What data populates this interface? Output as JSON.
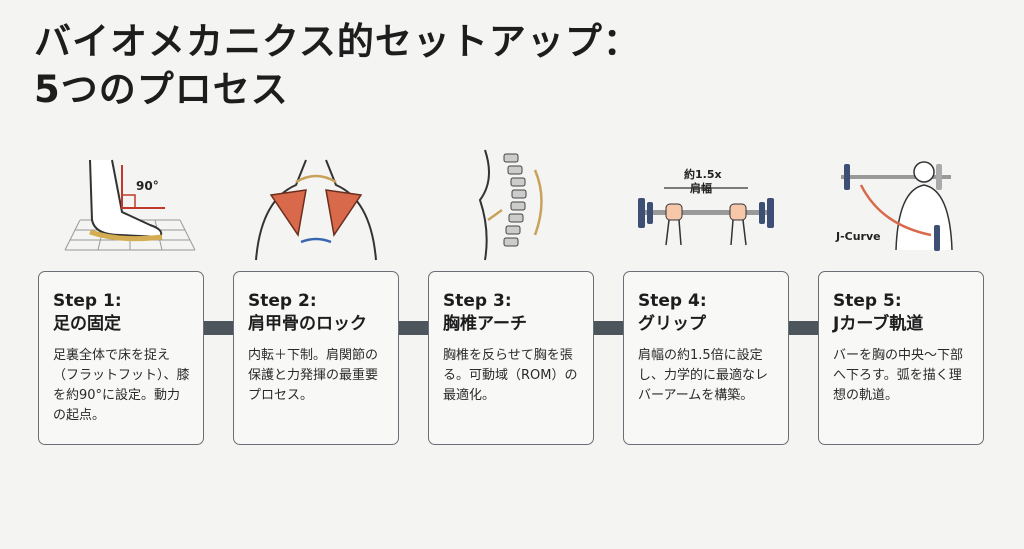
{
  "title_line1": "バイオメカニクス的セットアップ：",
  "title_line2": "5つのプロセス",
  "illustrations": {
    "angle_label": "90°",
    "grip_width_label": "約1.5x",
    "grip_shoulder_label": "肩幅",
    "jcurve_label": "J-Curve"
  },
  "steps": [
    {
      "step": "Step 1:",
      "heading": "足の固定",
      "desc": "足裏全体で床を捉え（フラットフット）、膝を約90°に設定。動力の起点。"
    },
    {
      "step": "Step 2:",
      "heading": "肩甲骨のロック",
      "desc": "内転＋下制。肩関節の保護と力発揮の最重要プロセス。"
    },
    {
      "step": "Step 3:",
      "heading": "胸椎アーチ",
      "desc": "胸椎を反らせて胸を張る。可動域（ROM）の最適化。"
    },
    {
      "step": "Step 4:",
      "heading": "グリップ",
      "desc": "肩幅の約1.5倍に設定し、力学的に最適なレバーアームを構築。"
    },
    {
      "step": "Step 5:",
      "heading": "Jカーブ軌道",
      "desc": "バーを胸の中央〜下部へ下ろす。弧を描く理想の軌道。"
    }
  ],
  "colors": {
    "connector": "#4c545c",
    "muscle": "#d8694a",
    "accent": "#c8a25a",
    "plate": "#3d4f74"
  }
}
